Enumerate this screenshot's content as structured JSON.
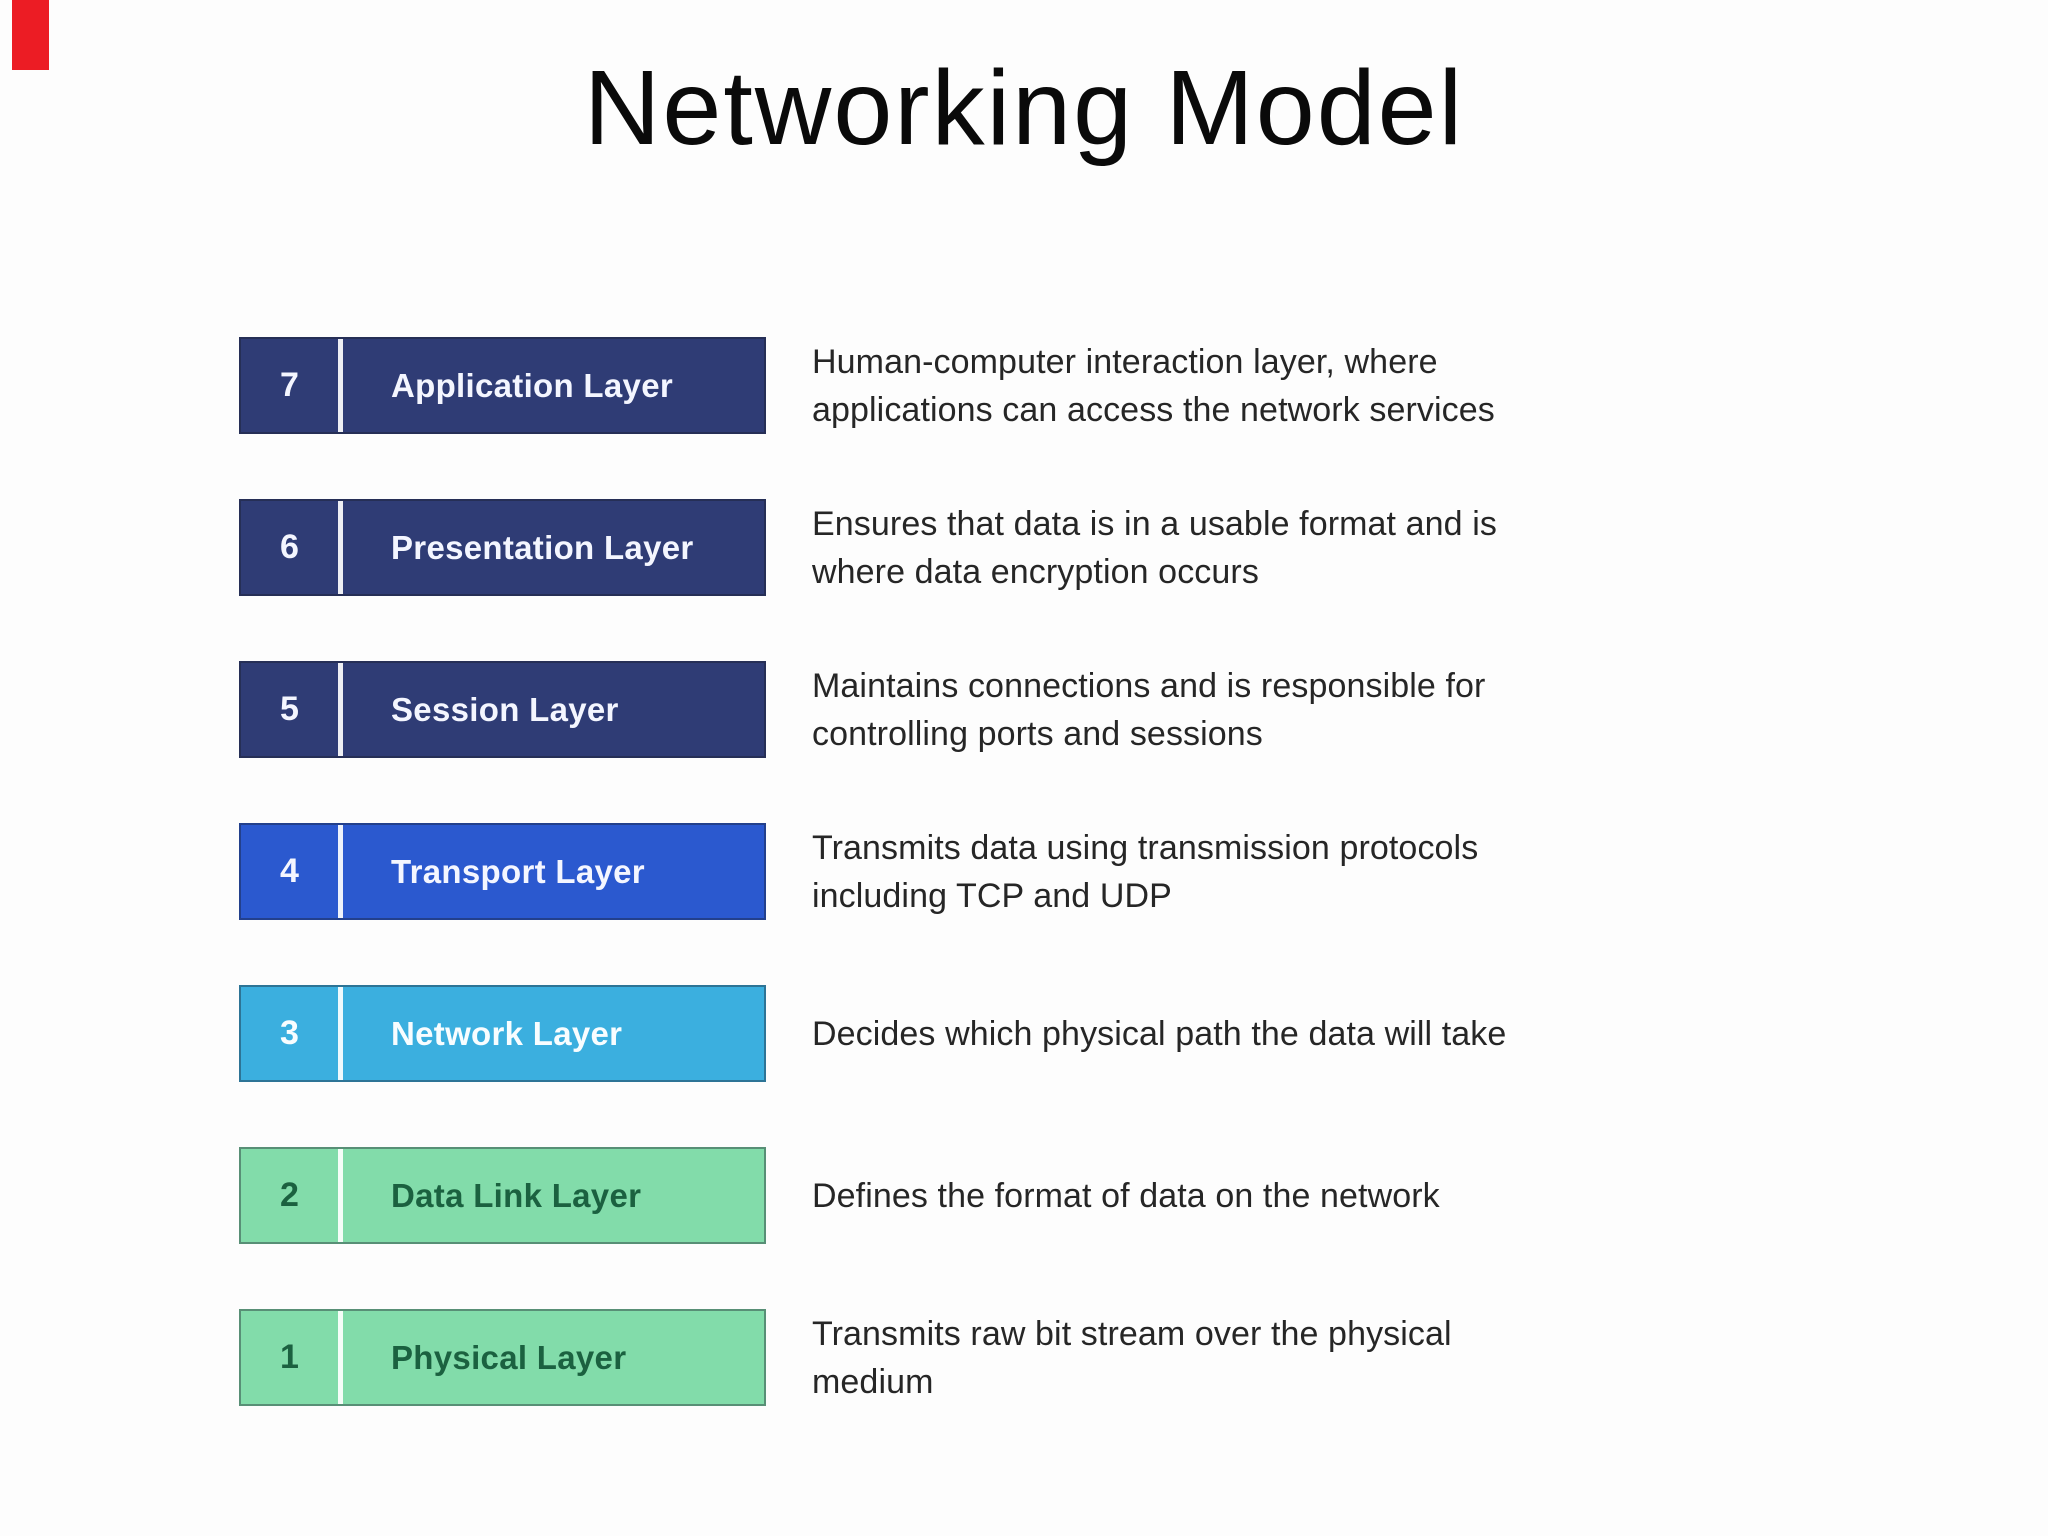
{
  "title": "Networking Model",
  "accent": {
    "red_mark_color": "#ec1c24"
  },
  "colors": {
    "navy": "#2f3c75",
    "royal_blue": "#2b59cf",
    "cyan": "#3bafdf",
    "green": "#82dcaa",
    "light_text": "#f4f6ff",
    "dark_green_text": "#1b6140",
    "description_text": "#262626"
  },
  "layers": [
    {
      "number": "7",
      "name": "Application Layer",
      "description": "Human-computer interaction layer, where applications can access the network services",
      "box_color": "#2f3c75",
      "text_color": "#f4f6ff"
    },
    {
      "number": "6",
      "name": "Presentation Layer",
      "description": "Ensures that data is in a usable format and is where data encryption occurs",
      "box_color": "#2f3c75",
      "text_color": "#f4f6ff"
    },
    {
      "number": "5",
      "name": "Session Layer",
      "description": "Maintains connections and is responsible for controlling ports and sessions",
      "box_color": "#2f3c75",
      "text_color": "#f4f6ff"
    },
    {
      "number": "4",
      "name": "Transport Layer",
      "description": "Transmits data using transmission protocols including TCP and UDP",
      "box_color": "#2b59cf",
      "text_color": "#f4f6ff"
    },
    {
      "number": "3",
      "name": "Network Layer",
      "description": "Decides which physical path the data will take",
      "box_color": "#3bafdf",
      "text_color": "#f8fdff"
    },
    {
      "number": "2",
      "name": "Data Link Layer",
      "description": "Defines the format of data on the network",
      "box_color": "#82dcaa",
      "text_color": "#1b6140"
    },
    {
      "number": "1",
      "name": "Physical Layer",
      "description": "Transmits raw bit stream over the physical medium",
      "box_color": "#82dcaa",
      "text_color": "#1b6140"
    }
  ]
}
